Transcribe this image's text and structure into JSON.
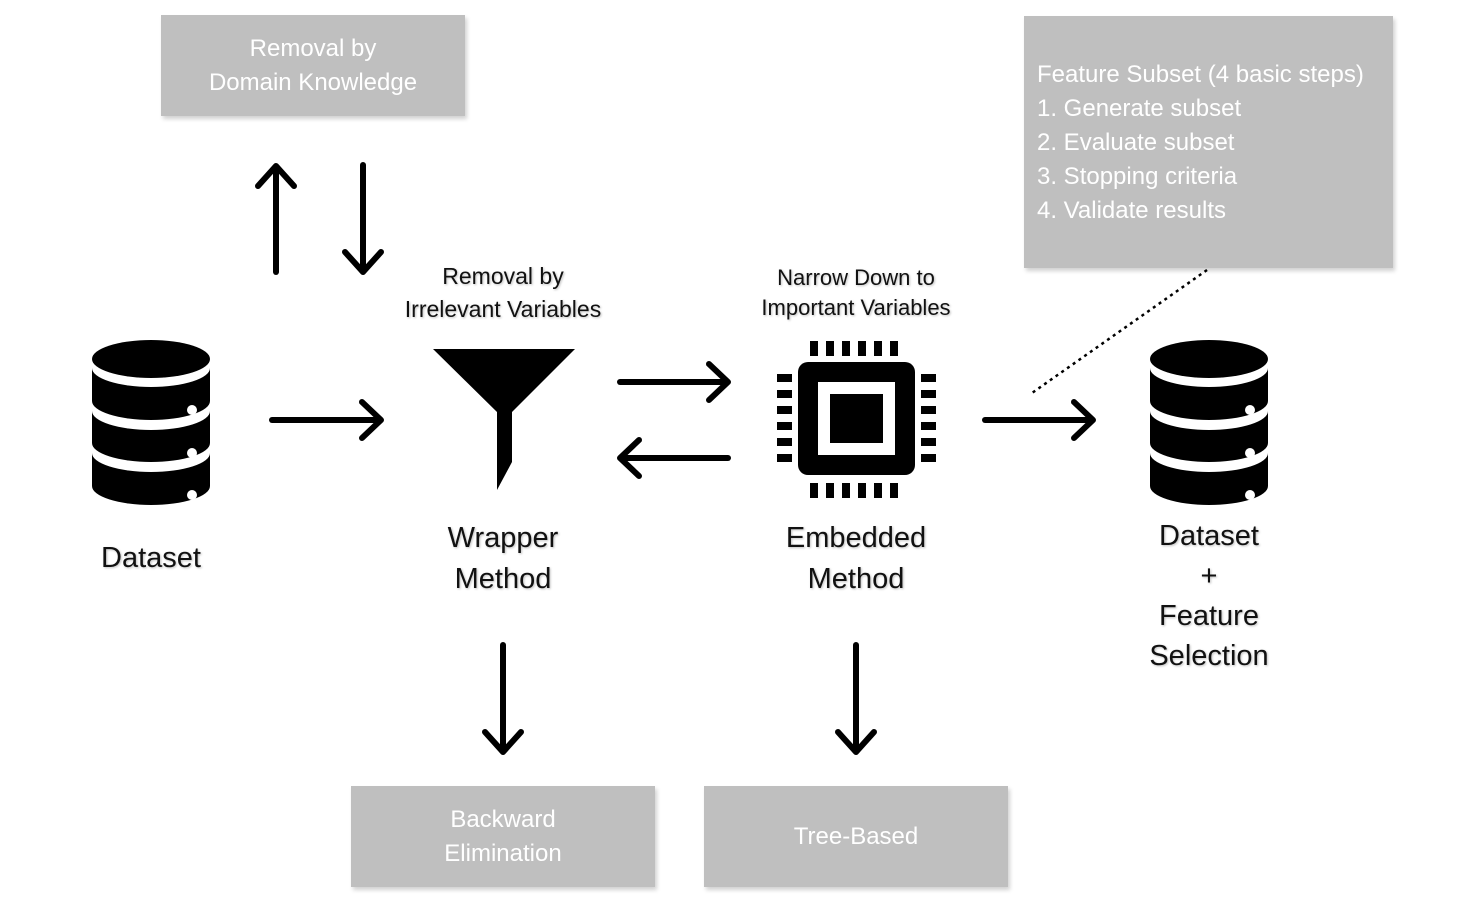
{
  "boxes": {
    "domain_knowledge": [
      "Removal by",
      "Domain Knowledge"
    ],
    "feature_subset": {
      "title": "Feature Subset (4 basic steps)",
      "steps": [
        "1. Generate subset",
        "2. Evaluate subset",
        "3. Stopping criteria",
        "4. Validate results"
      ]
    },
    "backward_elimination": [
      "Backward",
      "Elimination"
    ],
    "tree_based": [
      "Tree-Based"
    ]
  },
  "labels": {
    "dataset": "Dataset",
    "irrelevant": [
      "Removal by",
      "Irrelevant Variables"
    ],
    "important": [
      "Narrow Down to",
      "Important Variables"
    ],
    "wrapper": [
      "Wrapper",
      "Method"
    ],
    "embedded": [
      "Embedded",
      "Method"
    ],
    "result": [
      "Dataset",
      "+",
      "Feature",
      "Selection"
    ]
  },
  "icons": [
    "database-icon",
    "funnel-icon",
    "chip-icon",
    "database-icon"
  ],
  "colors": {
    "box_fill": "#bfbfbf",
    "box_text": "#ffffff",
    "ink": "#000000"
  }
}
